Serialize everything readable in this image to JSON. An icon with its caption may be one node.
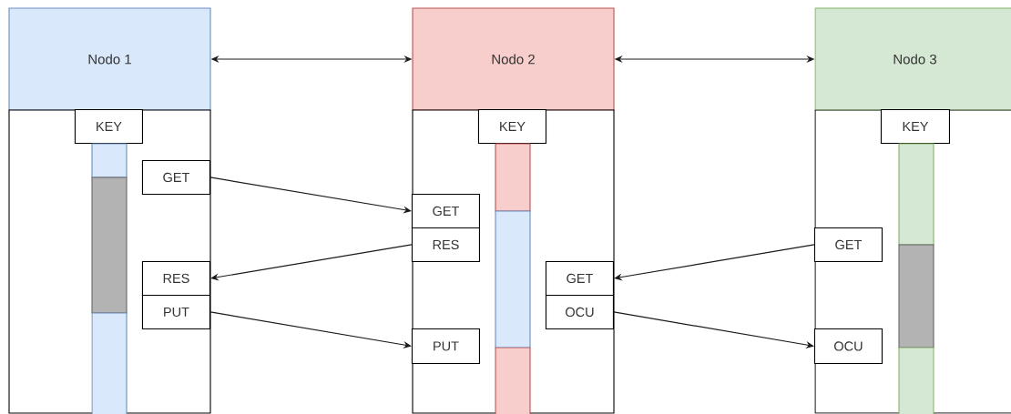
{
  "diagram": {
    "nodes": [
      {
        "text": [
          "Nodo 1"
        ]
      },
      {
        "text": [],
        "shape": "box"
      },
      {
        "text": [
          "KEY"
        ],
        "in": 1
      },
      {
        "text": [
          "GET"
        ],
        "in": 1
      },
      {
        "text": [
          "RES"
        ],
        "in": 1
      },
      {
        "text": [
          "PUT"
        ],
        "in": 1
      },
      {
        "text": [
          "Nodo 2"
        ]
      },
      {
        "text": [],
        "shape": "box"
      },
      {
        "text": [
          "KEY"
        ],
        "in": 7
      },
      {
        "text": [
          "GET"
        ],
        "in": 7
      },
      {
        "text": [
          "RES"
        ],
        "in": 7
      },
      {
        "text": [
          "PUT"
        ],
        "in": 7
      },
      {
        "text": [
          "GET"
        ],
        "in": 7
      },
      {
        "text": [
          "OCU"
        ],
        "in": 7
      },
      {
        "text": [
          "Nodo 3"
        ]
      },
      {
        "text": [],
        "shape": "box"
      },
      {
        "text": [
          "KEY"
        ],
        "in": 15
      },
      {
        "text": [
          "GET"
        ],
        "in": 15
      },
      {
        "text": [
          "OCU"
        ],
        "in": 15
      }
    ],
    "edges": [
      {
        "from": 0,
        "to": 6,
        "arrow": "both"
      },
      {
        "from": 6,
        "to": 14,
        "arrow": "both"
      },
      {
        "from": 3,
        "to": 9,
        "arrow": "to"
      },
      {
        "from": 10,
        "to": 4,
        "arrow": "to"
      },
      {
        "from": 5,
        "to": 11,
        "arrow": "to"
      },
      {
        "from": 17,
        "to": 12,
        "arrow": "to"
      },
      {
        "from": 13,
        "to": 18,
        "arrow": "to"
      }
    ]
  }
}
